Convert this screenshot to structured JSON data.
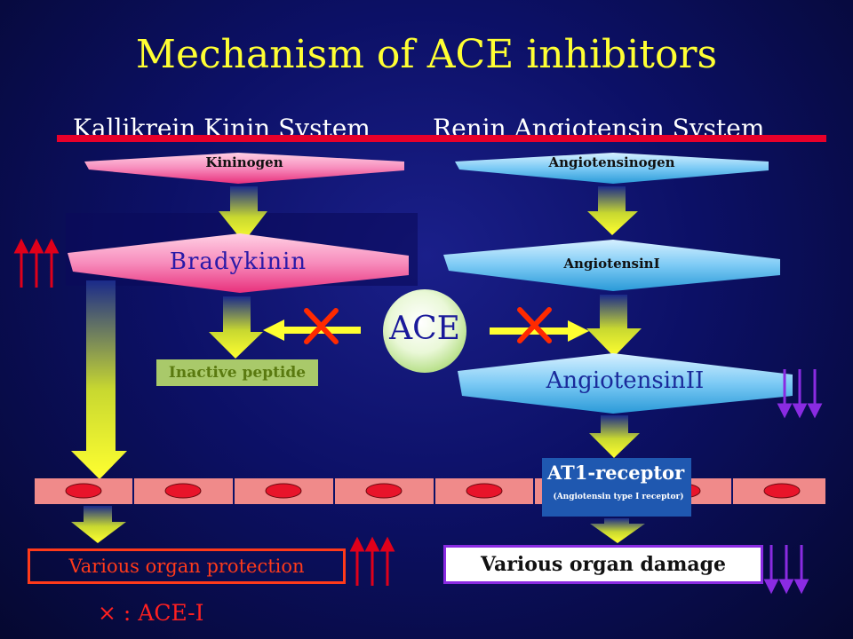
{
  "title": "Mechanism of ACE inhibitors",
  "systems": {
    "left": "Kallikrein Kinin System",
    "right": "Renin Angiotensin System"
  },
  "nodes": {
    "kininogen": "Kininogen",
    "bradykinin": "Bradykinin",
    "inactive_peptide": "Inactive peptide",
    "angiotensinogen": "Angiotensinogen",
    "angiotensin1": "AngiotensinI",
    "angiotensin2": "AngiotensinII",
    "ace": "ACE",
    "at1_receptor": "AT1-receptor",
    "at1_receptor_full": "(Angiotensin type I receptor)"
  },
  "outcomes": {
    "protection": "Various organ protection",
    "damage": "Various organ damage"
  },
  "legend": "× : ACE-I",
  "colors": {
    "background": "#0c1066",
    "title": "#ffff33",
    "kinin_box": "#f26fa8",
    "angiotensin_box": "#49b8ef",
    "arrow_yellow": "#f2f23a",
    "inhibit_cross": "#ff2a00",
    "increase_arrows": "#e0001a",
    "decrease_arrows": "#8a2be2",
    "cell_membrane": "#f08080"
  },
  "icons": {
    "increase": "triple-up-arrow-icon",
    "decrease": "triple-down-arrow-icon",
    "inhibit": "cross-icon"
  }
}
